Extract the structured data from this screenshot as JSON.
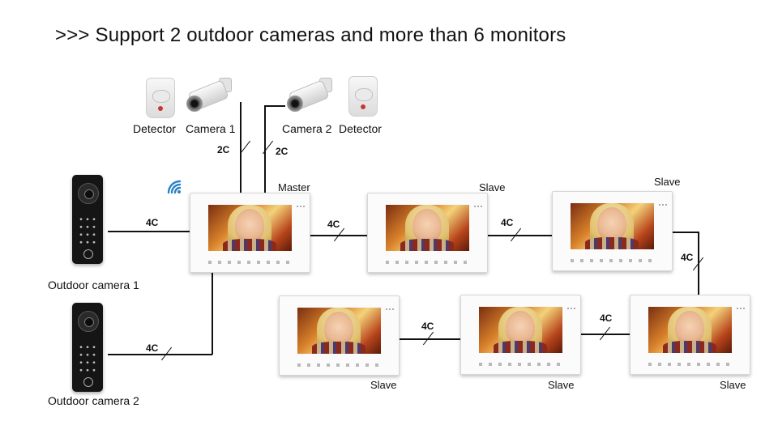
{
  "headline": ">>> Support 2 outdoor cameras and more than 6 monitors",
  "labels": {
    "detector_left": "Detector",
    "camera_1": "Camera 1",
    "camera_2": "Camera 2",
    "detector_right": "Detector",
    "master": "Master",
    "slave": "Slave",
    "outdoor_camera_1": "Outdoor camera 1",
    "outdoor_camera_2": "Outdoor camera 2"
  },
  "wires": {
    "two_core": "2C",
    "four_core": "4C"
  },
  "colors": {
    "wifi": "#2a83c6",
    "wire": "#111111"
  },
  "icons": [
    "wifi-icon",
    "detector-icon",
    "ip-camera-icon",
    "door-station-icon",
    "monitor-icon"
  ]
}
